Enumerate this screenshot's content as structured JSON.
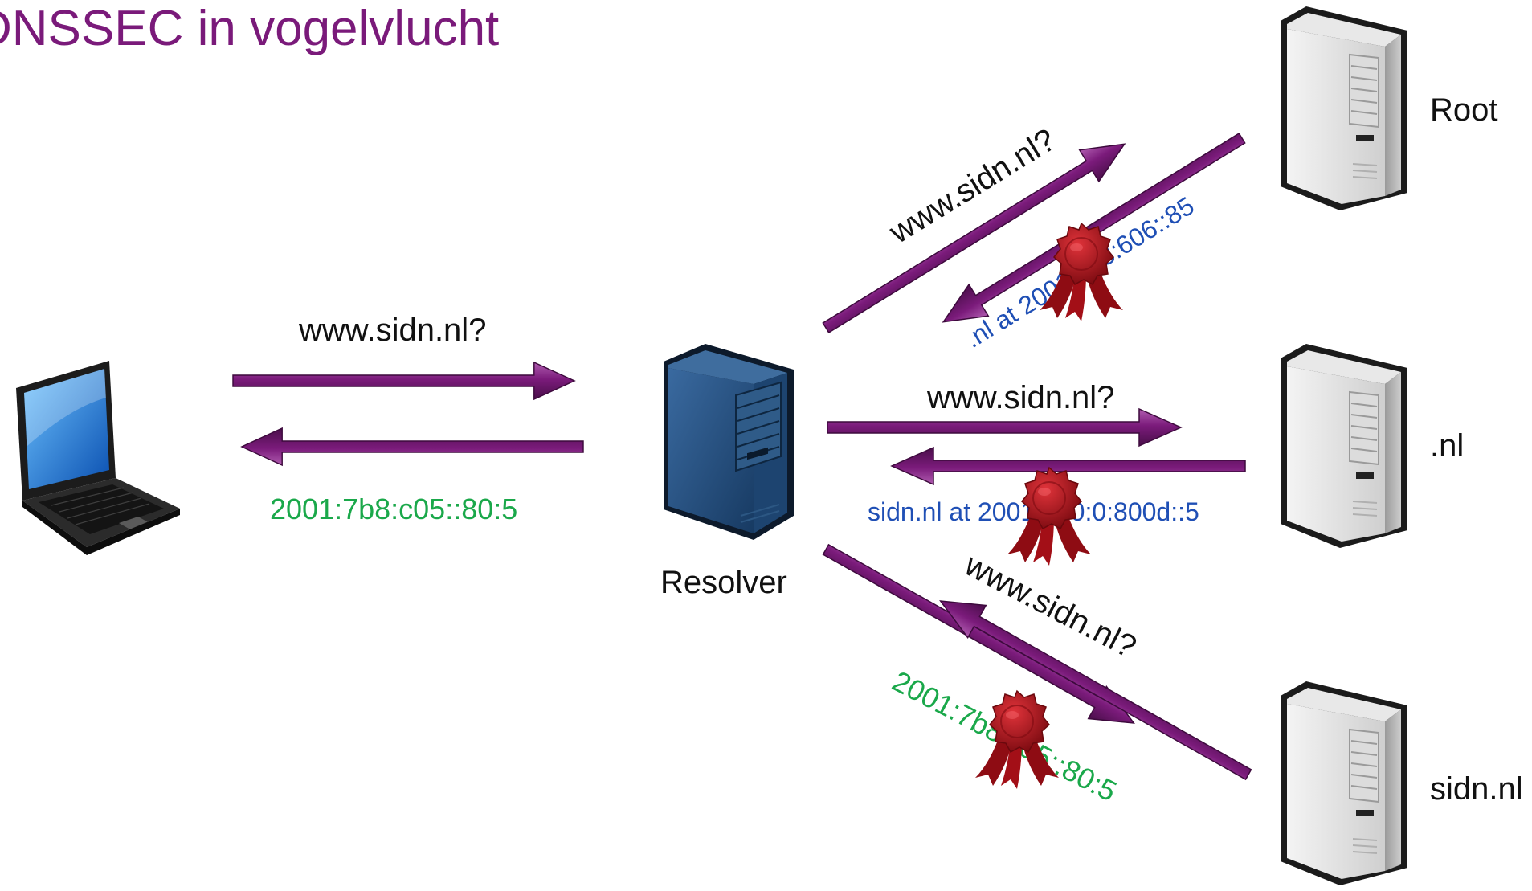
{
  "title": "DNSSEC in vogelvlucht",
  "nodes": {
    "resolver": "Resolver",
    "root": "Root",
    "nl": ".nl",
    "sidn": "sidn.nl"
  },
  "queries": {
    "client": "www.sidn.nl?",
    "root": "www.sidn.nl?",
    "nl": "www.sidn.nl?",
    "sidn": "www.sidn.nl?"
  },
  "answers": {
    "client": "2001:7b8:c05::80:5",
    "root": ".nl at 2001:678:606::85",
    "nl": "sidn.nl at 2001:610:0:800d::5",
    "sidn": "2001:7b8:c05::80:5"
  },
  "colors": {
    "title": "#7a1a7a",
    "arrow": "#7b1b7b",
    "answer_green": "#1aa84a",
    "answer_blue": "#1f4fb5",
    "seal": "#b3121b"
  },
  "icons": {
    "client": "laptop-icon",
    "resolver": "server-icon",
    "servers": "server-icon",
    "signatures": "wax-seal-icon"
  }
}
